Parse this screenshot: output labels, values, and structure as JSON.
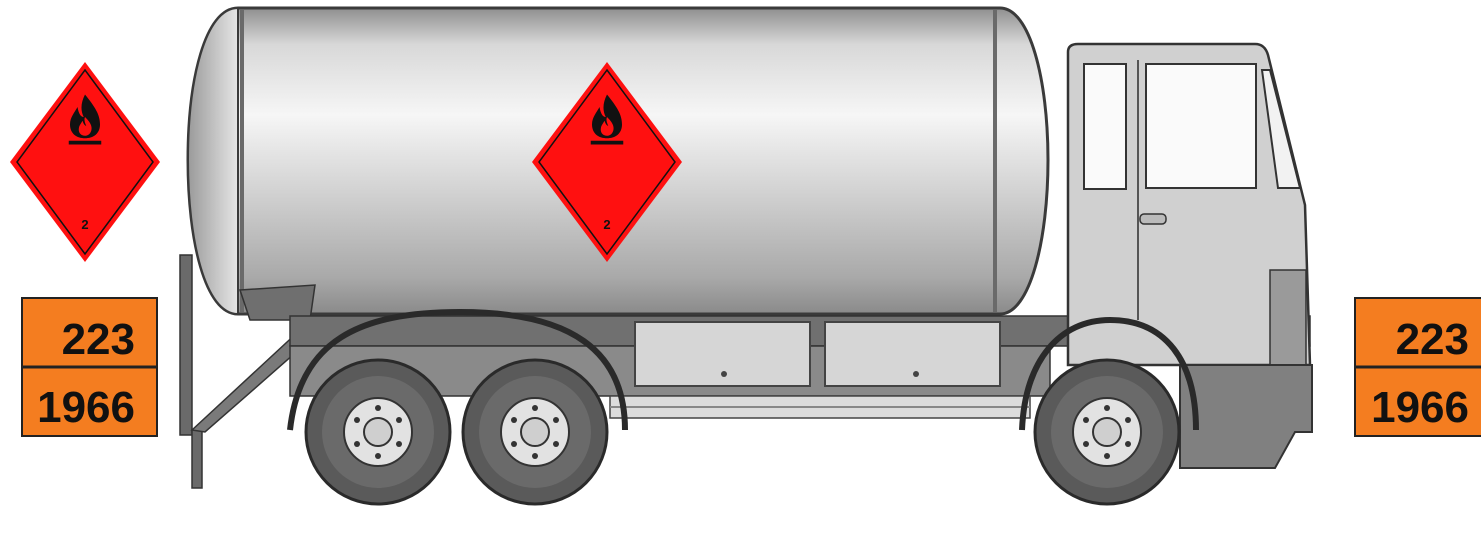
{
  "placard": {
    "class_number": "2",
    "symbol": "flame-icon",
    "color": "#ff1010"
  },
  "orange_plate": {
    "hazard_id": "223",
    "un_number": "1966",
    "color": "#f47d20"
  },
  "truck": {
    "body_color": "#c8c8c8",
    "chassis_color": "#6e6e6e",
    "tire_color": "#555555"
  }
}
